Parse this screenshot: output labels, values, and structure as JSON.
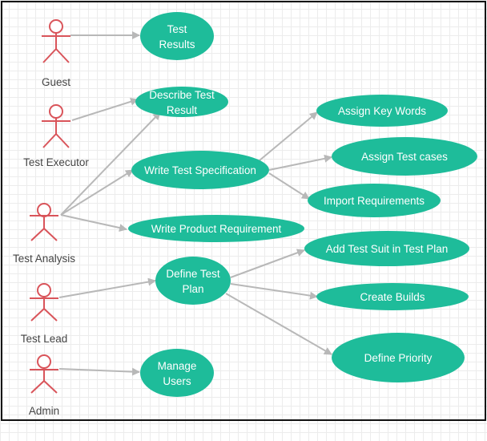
{
  "colors": {
    "usecase_fill": "#1ebc9a",
    "actor_stroke": "#d9545a",
    "edge_stroke": "#b8b8b8",
    "border": "#111111",
    "grid": "#ececec"
  },
  "actors": {
    "guest": "Guest",
    "test_executor": "Test Executor",
    "test_analysis": "Test Analysis",
    "test_lead": "Test Lead",
    "admin": "Admin"
  },
  "usecases": {
    "test_results": [
      "Test",
      "Results"
    ],
    "describe_test_result": [
      "Describe Test",
      "Result"
    ],
    "write_test_specification": [
      "Write Test Specification"
    ],
    "write_product_requirement": [
      "Write Product Requirement"
    ],
    "define_test_plan": [
      "Define Test",
      "Plan"
    ],
    "manage_users": [
      "Manage",
      "Users"
    ],
    "assign_key_words": [
      "Assign Key Words"
    ],
    "assign_test_cases": [
      "Assign Test cases"
    ],
    "import_requirements": [
      "Import Requirements"
    ],
    "add_test_suit": [
      "Add Test Suit in Test Plan"
    ],
    "create_builds": [
      "Create Builds"
    ],
    "define_priority": [
      "Define Priority"
    ]
  }
}
